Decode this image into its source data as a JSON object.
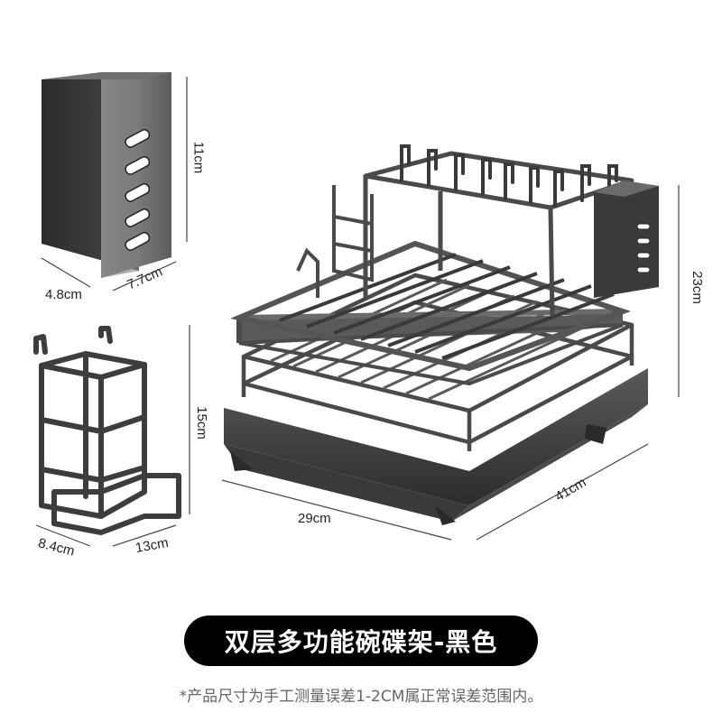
{
  "product": {
    "title": "双层多功能碗碟架-黑色",
    "note": "*产品尺寸为手工测量误差1-2CM属正常误差范围内。"
  },
  "dimensions": {
    "holder_height": "11cm",
    "holder_depth": "4.8cm",
    "holder_width": "7.7cm",
    "board_rack_height": "15cm",
    "board_rack_depth": "8.4cm",
    "board_rack_width": "13cm",
    "main_rack_height": "23cm",
    "main_rack_depth": "29cm",
    "main_rack_width": "41cm"
  },
  "colors": {
    "banner_bg": "#000000",
    "banner_text": "#ffffff",
    "metal": "#4a4a4a",
    "metal_light": "#8a8a8a"
  }
}
